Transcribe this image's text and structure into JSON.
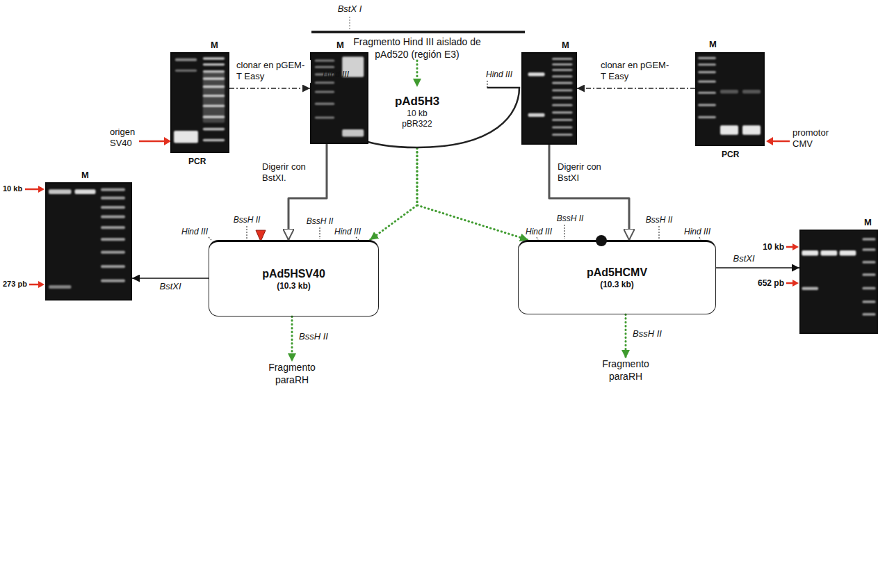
{
  "diagram": {
    "nodes": [
      {
        "text": [
          "Fragmento Hind III aislado de pAd520 (región E3)"
        ]
      },
      {
        "text": [
          "pAd5H3",
          "10 kb",
          "pBR322"
        ]
      },
      {
        "text": [
          "M",
          "PCR"
        ]
      },
      {
        "text": [
          "M"
        ]
      },
      {
        "text": [
          "M"
        ]
      },
      {
        "text": [
          "M",
          "PCR"
        ]
      },
      {
        "text": [
          "M"
        ]
      },
      {
        "text": [
          "pAd5HSV40",
          "(10.3 kb)"
        ]
      },
      {
        "text": [
          "pAd5HCMV",
          "(10.3 kb)"
        ]
      },
      {
        "text": [
          "M"
        ]
      },
      {
        "text": [
          "Fragmento paraRH"
        ]
      },
      {
        "text": [
          "Fragmento paraRH"
        ]
      }
    ],
    "edges": [
      {
        "from": 0,
        "to": 1,
        "arrow": "to"
      },
      {
        "from": 2,
        "to": 3,
        "label": "clonar en pGEM-T Easy",
        "arrow": "to"
      },
      {
        "from": 5,
        "to": 4,
        "label": "clonar en pGEM-T Easy",
        "arrow": "to"
      },
      {
        "from": 3,
        "to": 7,
        "label": "Digerir con BstXI.",
        "arrow": "to"
      },
      {
        "from": 4,
        "to": 8,
        "label": "Digerir con BstXI",
        "arrow": "to"
      },
      {
        "from": 1,
        "to": 7,
        "arrow": "to"
      },
      {
        "from": 1,
        "to": 8,
        "arrow": "to"
      },
      {
        "from": 7,
        "to": 6,
        "label": "BstXI",
        "arrow": "to"
      },
      {
        "from": 8,
        "to": 9,
        "label": "BstXI",
        "arrow": "to"
      },
      {
        "from": 7,
        "to": 10,
        "label": "BssH II",
        "arrow": "to"
      },
      {
        "from": 8,
        "to": 11,
        "label": "BssH II",
        "arrow": "to"
      }
    ],
    "labels": [
      "BstX I",
      "Hind III",
      "Hind III",
      "origen SV40",
      "promotor CMV",
      "Hind III",
      "BssH II",
      "BssH II",
      "Hind III",
      "Hind III",
      "BssH II",
      "BssH II",
      "Hind III",
      "10 kb",
      "273 pb",
      "10 kb",
      "652 pb"
    ]
  }
}
